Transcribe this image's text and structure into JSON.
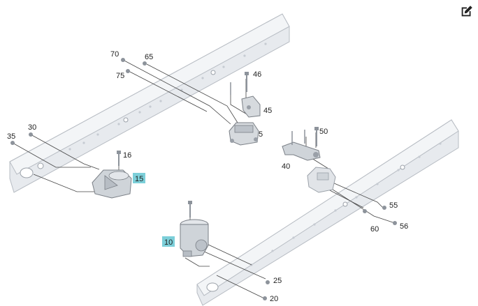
{
  "toolbar": {
    "edit_icon": "edit-icon"
  },
  "diagram": {
    "parts": {
      "p70": "70",
      "p65": "65",
      "p75": "75",
      "p46": "46",
      "p45": "45",
      "p5": "5",
      "p35": "35",
      "p30": "30",
      "p16": "16",
      "p15": "15",
      "p50": "50",
      "p40": "40",
      "p55": "55",
      "p60": "60",
      "p56": "56",
      "p10": "10",
      "p25": "25",
      "p20": "20"
    },
    "highlighted": [
      "15",
      "10"
    ],
    "colors": {
      "highlight": "#7ccfd9",
      "frame": "#e6e9ee",
      "part": "#cdd2d8"
    }
  }
}
